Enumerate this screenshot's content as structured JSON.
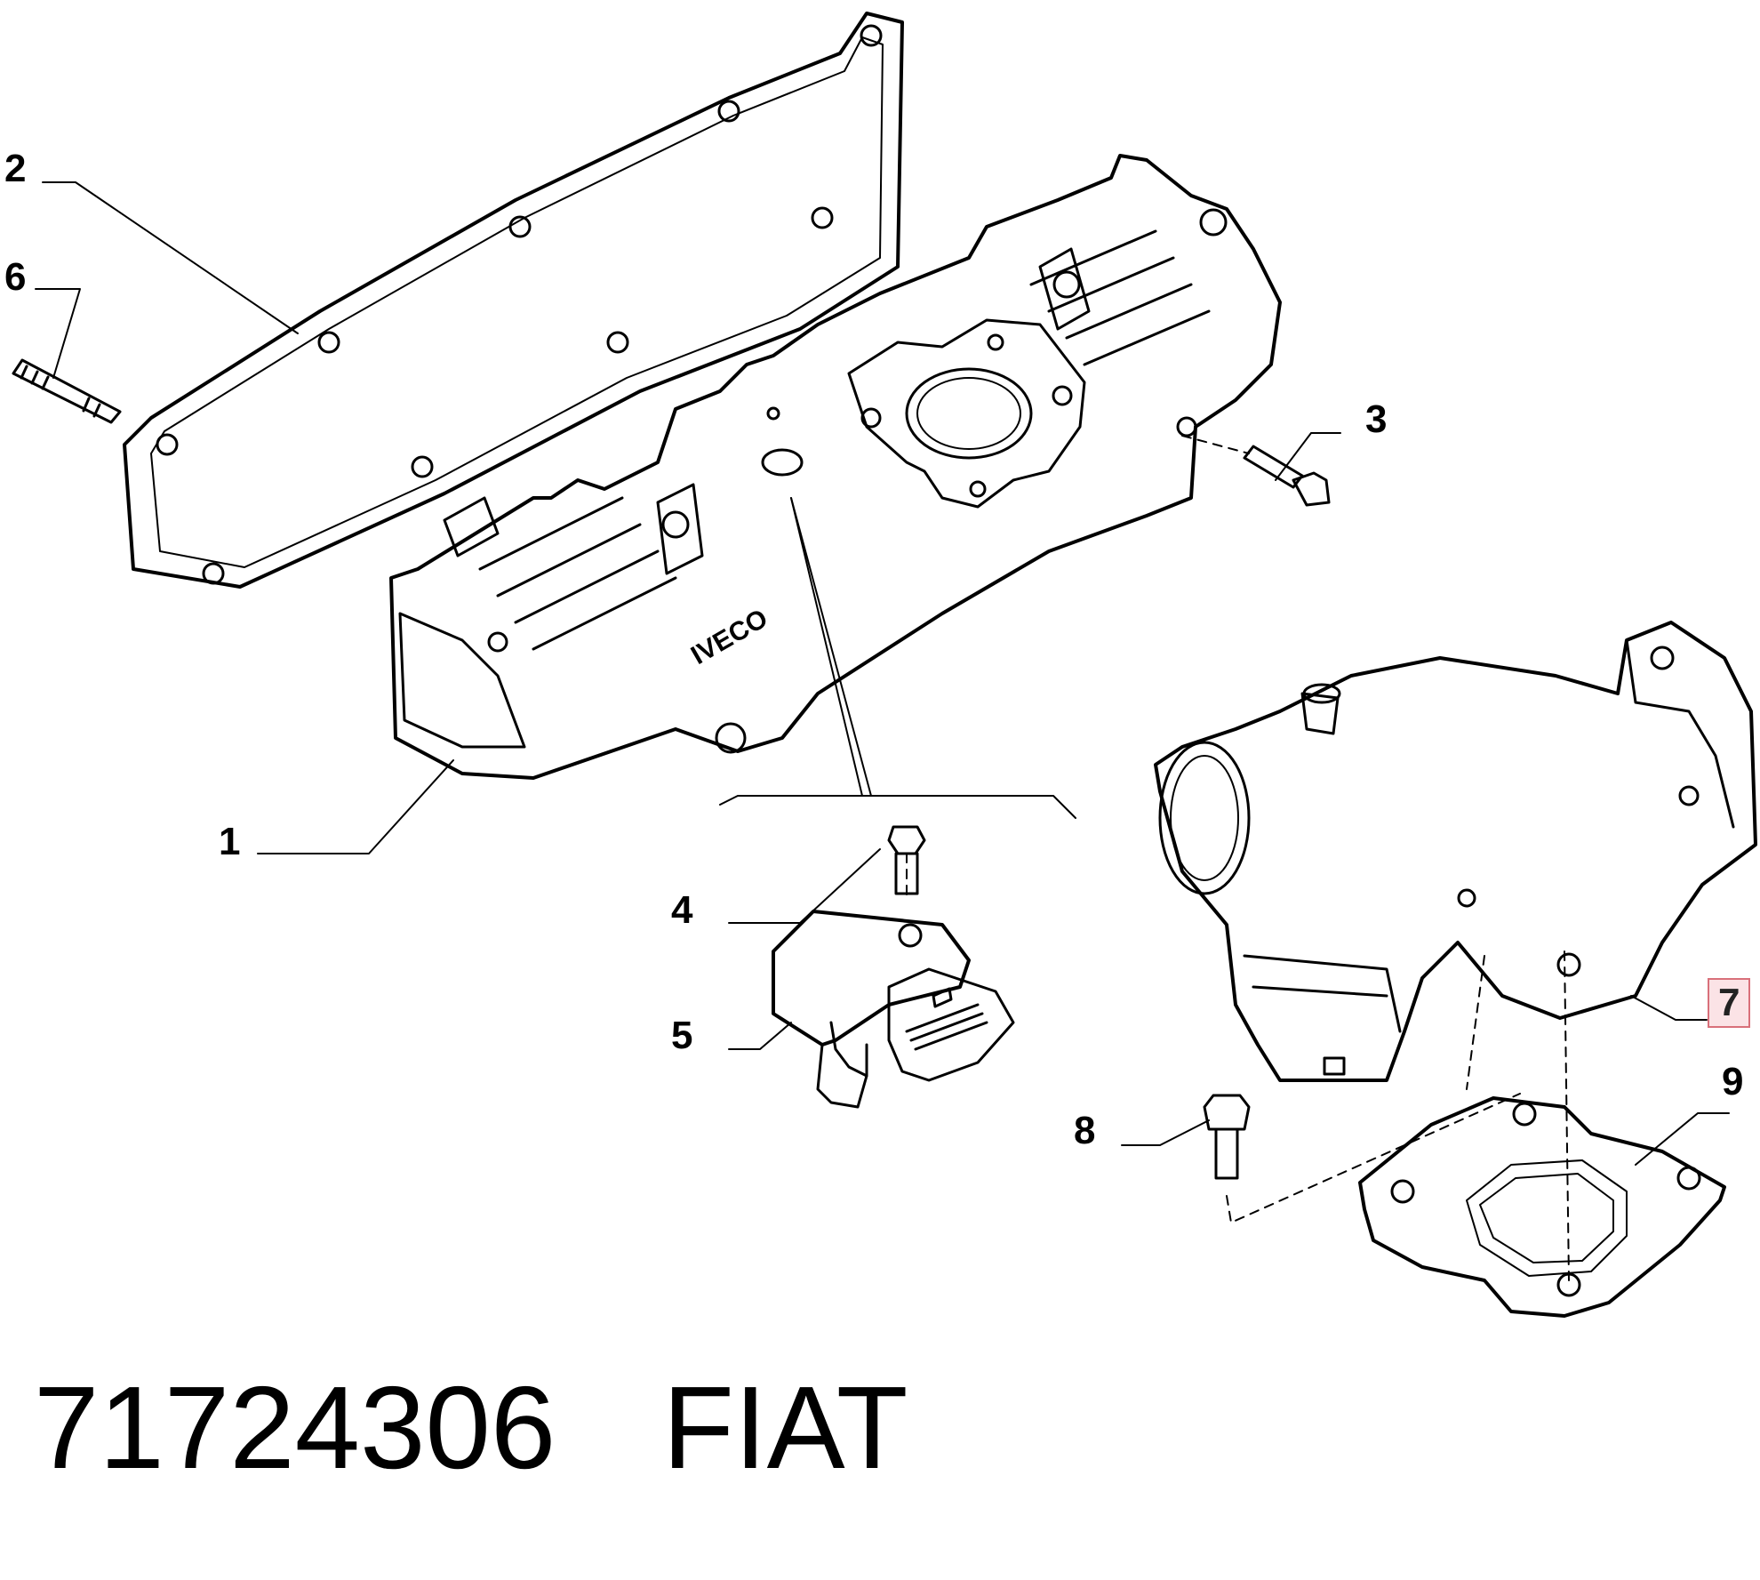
{
  "callouts": {
    "c1": "1",
    "c2": "2",
    "c3": "3",
    "c4": "4",
    "c5": "5",
    "c6": "6",
    "c7": "7",
    "c8": "8",
    "c9": "9"
  },
  "manifold_logo_text": "IVECO",
  "footer": {
    "part_number": "71724306",
    "brand": "FIAT"
  },
  "colors": {
    "line": "#000000",
    "highlight_border": "#d9707a",
    "highlight_fill": "#fbe3e6",
    "background": "#ffffff"
  }
}
